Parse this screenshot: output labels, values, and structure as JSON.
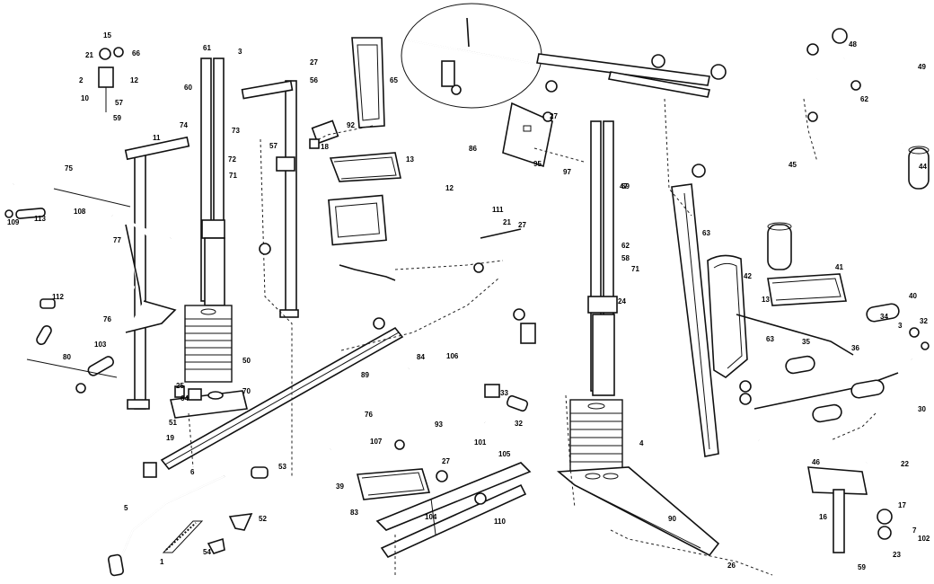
{
  "diagram": {
    "callouts": [
      "15",
      "66",
      "21",
      "2",
      "12",
      "10",
      "57",
      "59",
      "61",
      "3",
      "27",
      "56",
      "65",
      "60",
      "73",
      "72",
      "71",
      "74",
      "11",
      "75",
      "109",
      "113",
      "108",
      "77",
      "27",
      "57",
      "18",
      "92",
      "13",
      "86",
      "12",
      "111",
      "21",
      "27",
      "95",
      "97",
      "69",
      "62",
      "58",
      "71",
      "24",
      "63",
      "42",
      "41",
      "13",
      "40",
      "34",
      "32",
      "44",
      "49",
      "45",
      "47",
      "48",
      "62",
      "50",
      "70",
      "25",
      "64",
      "51",
      "19",
      "6",
      "5",
      "1",
      "54",
      "52",
      "53",
      "39",
      "83",
      "104",
      "110",
      "105",
      "76",
      "107",
      "89",
      "101",
      "93",
      "106",
      "84",
      "33",
      "32",
      "63",
      "35",
      "36",
      "3",
      "30",
      "46",
      "22",
      "16",
      "17",
      "7",
      "102",
      "23",
      "59",
      "90",
      "4",
      "26",
      "27",
      "76",
      "112",
      "103",
      "80"
    ]
  }
}
